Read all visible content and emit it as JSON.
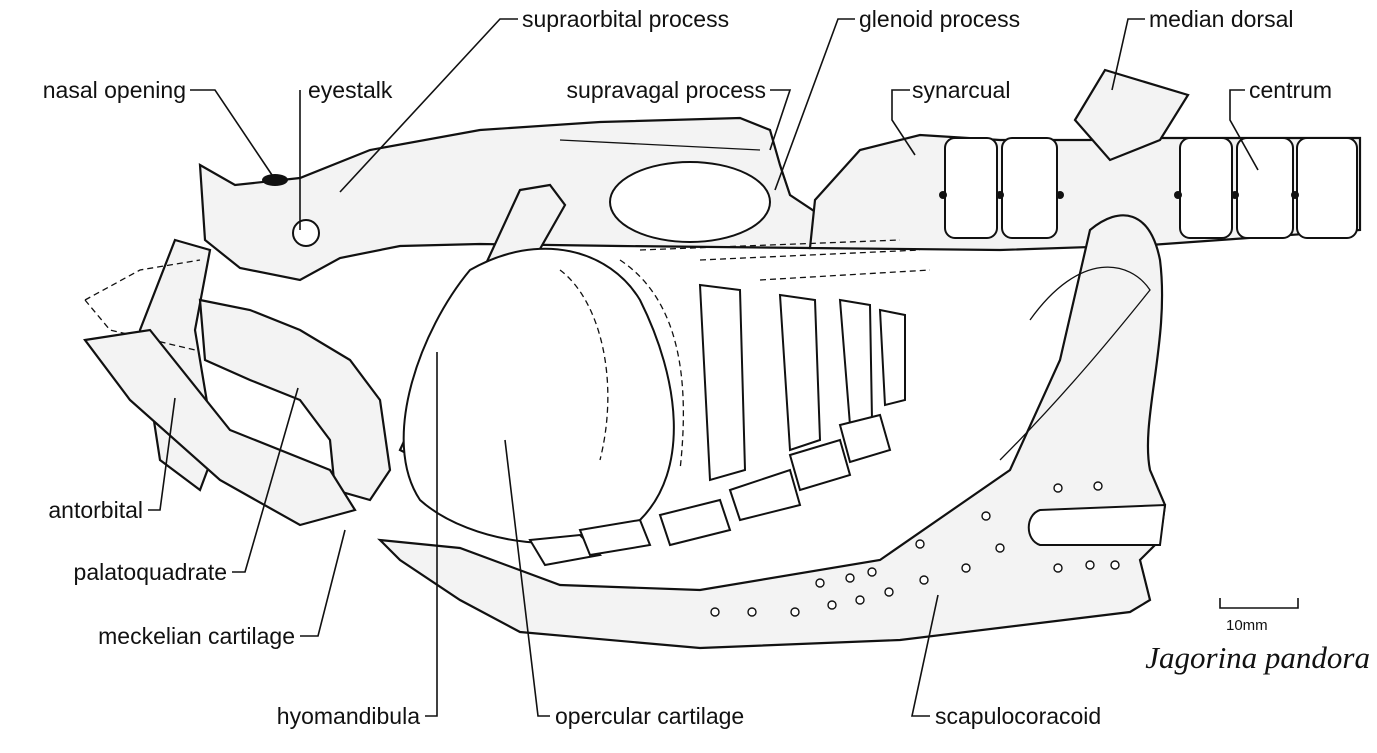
{
  "title": "Jagorina pandora",
  "scale_bar": "10mm",
  "labels": {
    "nasal_opening": "nasal opening",
    "eyestalk": "eyestalk",
    "supraorbital_process": "supraorbital process",
    "supravagal_process": "supravagal process",
    "glenoid_process": "glenoid process",
    "synarcual": "synarcual",
    "median_dorsal": "median dorsal",
    "centrum": "centrum",
    "antorbital": "antorbital",
    "palatoquadrate": "palatoquadrate",
    "meckelian_cartilage": "meckelian cartilage",
    "hyomandibula": "hyomandibula",
    "opercular_cartilage": "opercular cartilage",
    "scapulocoracoid": "scapulocoracoid"
  },
  "colors": {
    "ink": "#111111",
    "paper": "#ffffff",
    "stipple": "#f3f3f3"
  }
}
